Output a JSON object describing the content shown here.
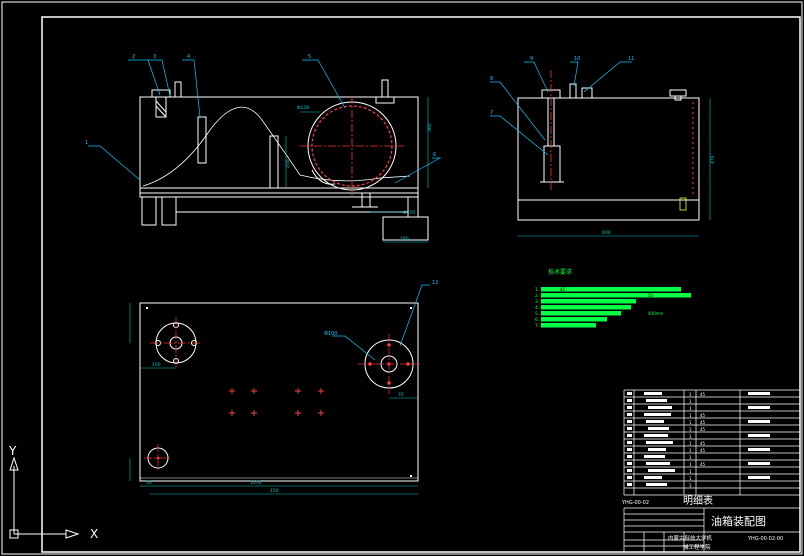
{
  "colors": {
    "background": "#000000",
    "frame": "#ffffff",
    "leader": "#00c8ff",
    "dimension": "#00c8c8",
    "center": "#ff3030",
    "weld": "#ff4040",
    "hidden": "#ffff00",
    "table": "#00ff44",
    "title_text": "#ffffff"
  },
  "front_view": {
    "callouts": [
      "2",
      "3",
      "4",
      "5",
      "1",
      "6"
    ],
    "dims": [
      "Φ138",
      "360",
      "200",
      "Φ370",
      "180"
    ]
  },
  "side_view": {
    "callouts": [
      "8",
      "9",
      "10",
      "11",
      "7"
    ],
    "dims": [
      "470",
      "600"
    ]
  },
  "top_view": {
    "callouts": [
      "12"
    ],
    "dims": [
      "Φ100",
      "100",
      "150",
      "1070",
      "50",
      "70"
    ]
  },
  "tech_requirements": {
    "heading": "技术要求",
    "items": [
      "1.",
      "2.",
      "3.",
      "4.",
      "5.",
      "6.",
      "7."
    ],
    "notes": [
      "45",
      "50",
      "400mm"
    ]
  },
  "parts_list": {
    "label": "明细表",
    "qty_values": [
      "1",
      "1",
      "1",
      "1",
      "1",
      "1",
      "1",
      "1",
      "1",
      "1",
      "1",
      "1",
      "1",
      "1"
    ],
    "material_values": [
      "45",
      "45",
      "45",
      "45",
      "45",
      "45",
      "45"
    ],
    "code": "YHG-00-02"
  },
  "title_block": {
    "drawing_title": "油箱装配图",
    "school": "内蒙古科技大学机",
    "drawing_no": "YHG-00-02-00",
    "dept": "械工程学院"
  },
  "ucs": {
    "x_label": "X",
    "y_label": "Y"
  }
}
